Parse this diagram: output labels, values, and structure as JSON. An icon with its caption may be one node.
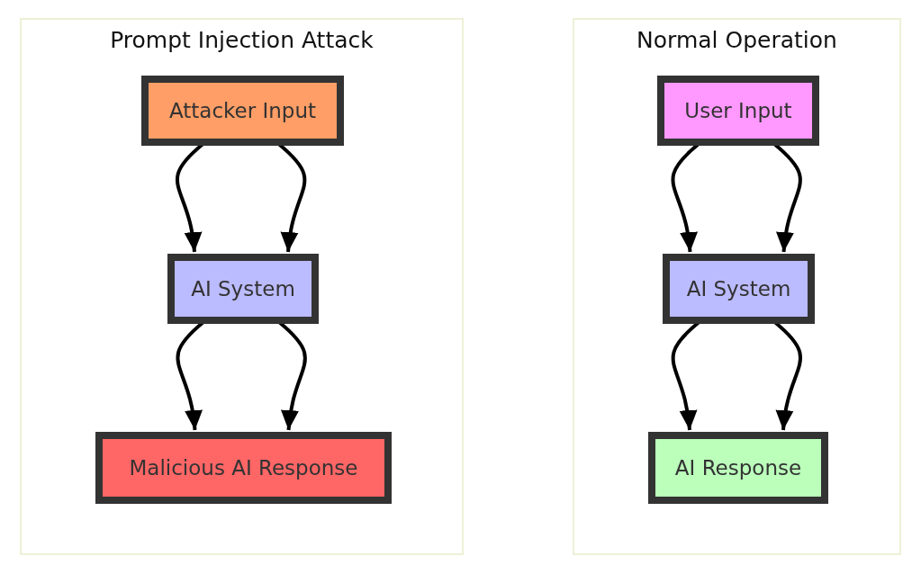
{
  "diagram": {
    "nodes": [
      {
        "text": [
          "Prompt Injection Attack"
        ]
      },
      {
        "text": [
          "Attacker Input"
        ],
        "in": 0
      },
      {
        "text": [
          "AI System"
        ],
        "in": 0
      },
      {
        "text": [
          "Malicious AI Response"
        ],
        "in": 0
      },
      {
        "text": [
          "Normal Operation"
        ]
      },
      {
        "text": [
          "User Input"
        ],
        "in": 4
      },
      {
        "text": [
          "AI System"
        ],
        "in": 4
      },
      {
        "text": [
          "AI Response"
        ],
        "in": 4
      }
    ],
    "edges": [
      {
        "from": 1,
        "to": 2,
        "arrow": "to"
      },
      {
        "from": 1,
        "to": 2,
        "arrow": "to"
      },
      {
        "from": 2,
        "to": 3,
        "arrow": "to"
      },
      {
        "from": 2,
        "to": 3,
        "arrow": "to"
      },
      {
        "from": 5,
        "to": 6,
        "arrow": "to"
      },
      {
        "from": 5,
        "to": 6,
        "arrow": "to"
      },
      {
        "from": 6,
        "to": 7,
        "arrow": "to"
      },
      {
        "from": 6,
        "to": 7,
        "arrow": "to"
      }
    ]
  }
}
